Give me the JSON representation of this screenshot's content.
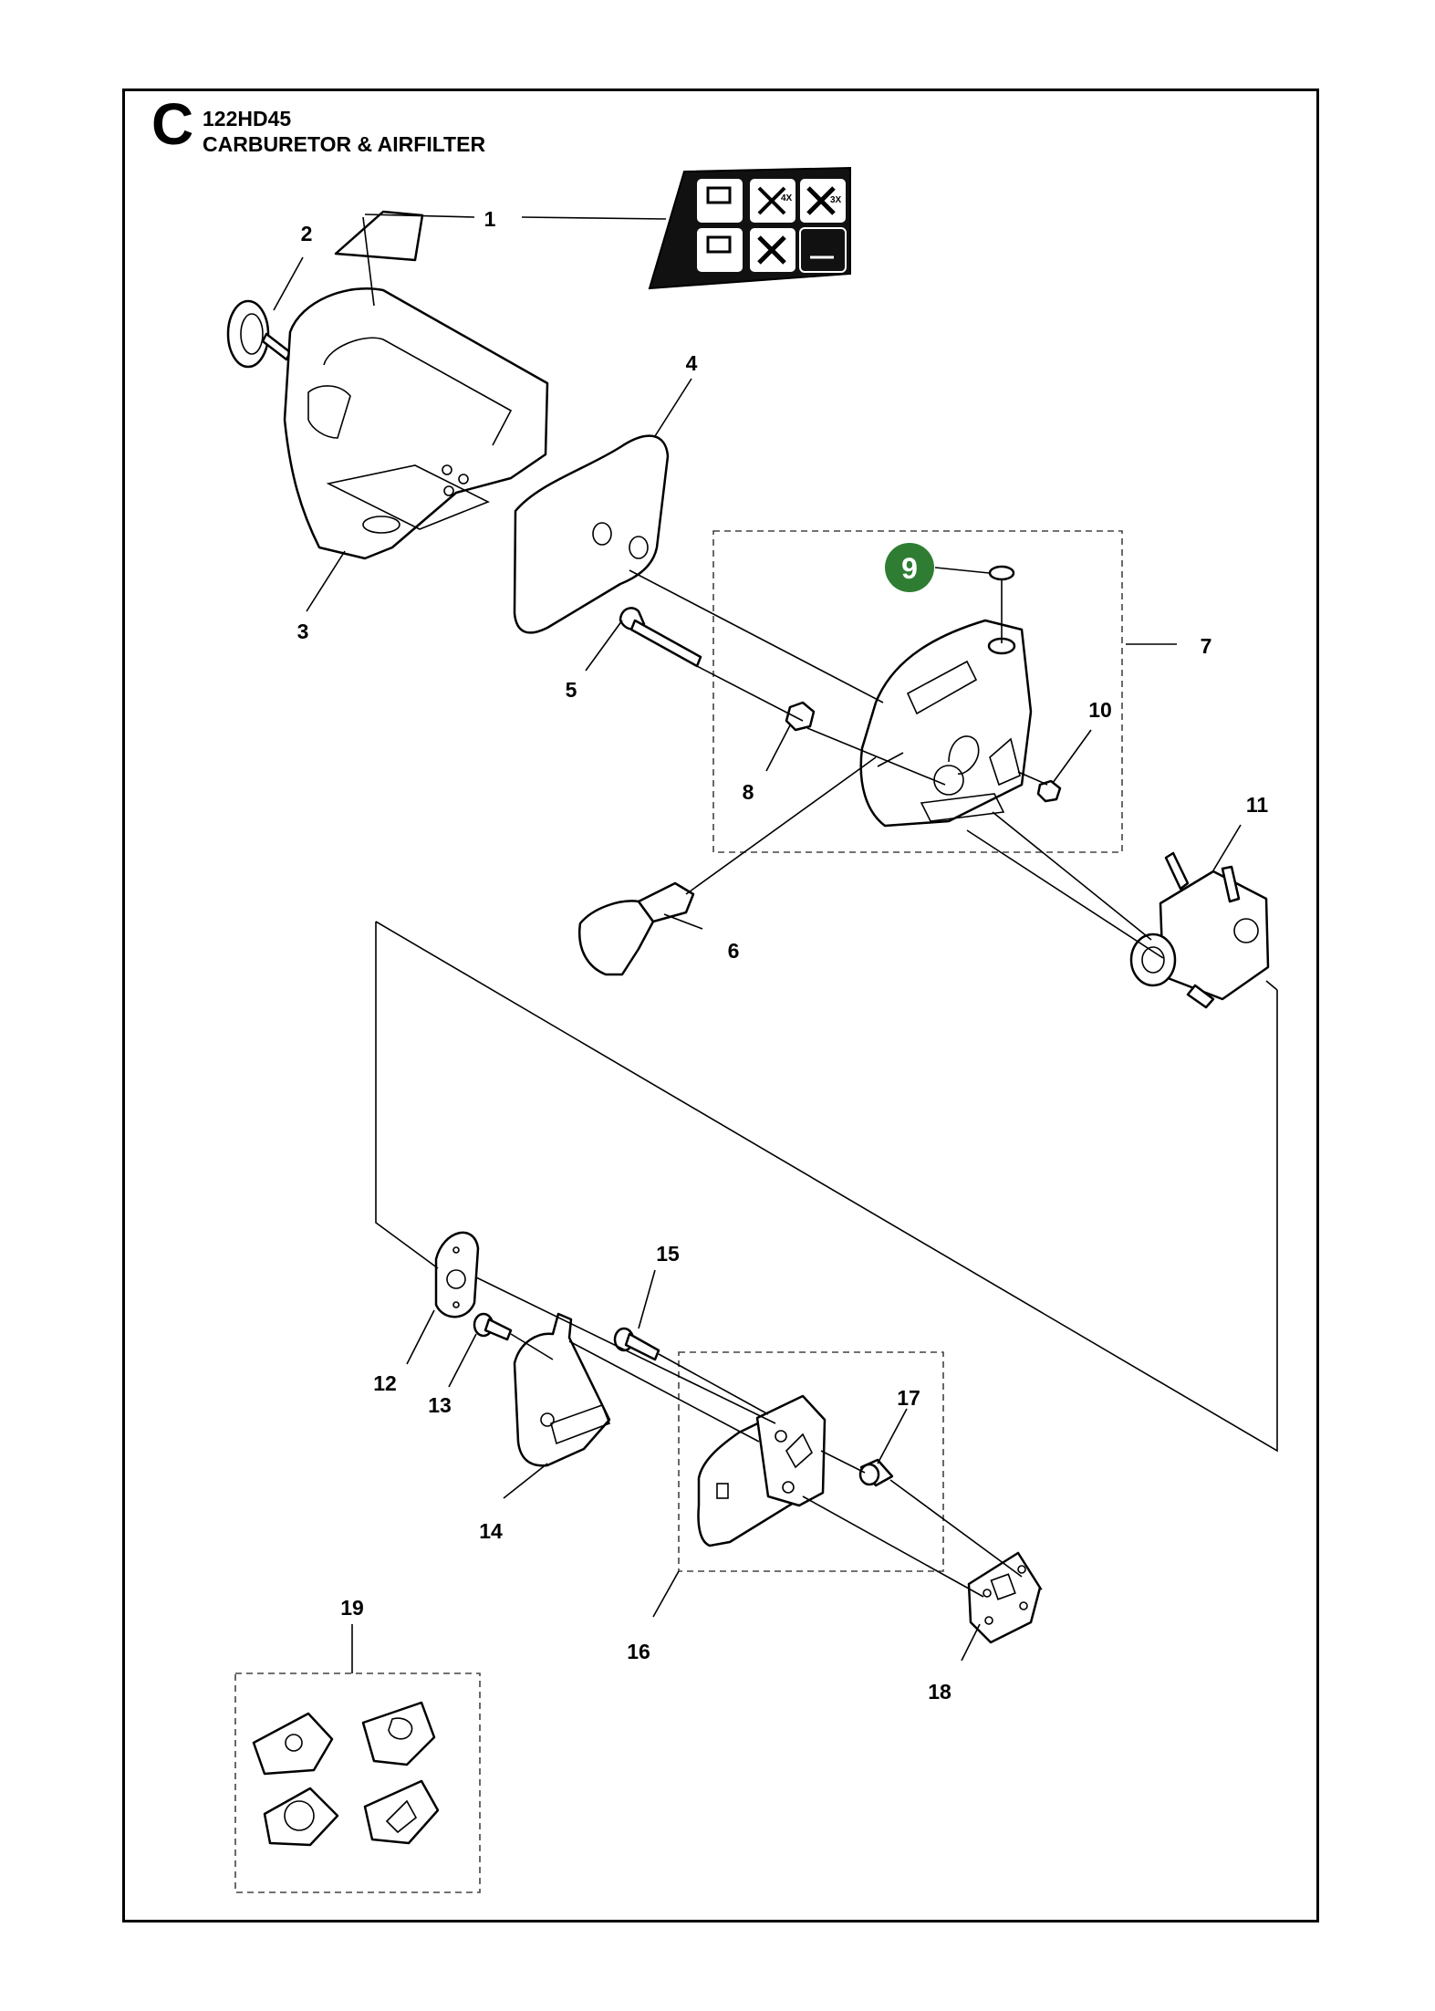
{
  "section": {
    "letter": "C",
    "model": "122HD45",
    "title": "CARBURETOR & AIRFILTER"
  },
  "colors": {
    "highlight": "#2E7D32",
    "line": "#000000"
  },
  "callouts": [
    {
      "id": "c1",
      "label": "1"
    },
    {
      "id": "c2",
      "label": "2"
    },
    {
      "id": "c3",
      "label": "3"
    },
    {
      "id": "c4",
      "label": "4"
    },
    {
      "id": "c5",
      "label": "5"
    },
    {
      "id": "c6",
      "label": "6"
    },
    {
      "id": "c7",
      "label": "7"
    },
    {
      "id": "c8",
      "label": "8"
    },
    {
      "id": "c9",
      "label": "9",
      "highlighted": true
    },
    {
      "id": "c10",
      "label": "10"
    },
    {
      "id": "c11",
      "label": "11"
    },
    {
      "id": "c12",
      "label": "12"
    },
    {
      "id": "c13",
      "label": "13"
    },
    {
      "id": "c14",
      "label": "14"
    },
    {
      "id": "c15",
      "label": "15"
    },
    {
      "id": "c16",
      "label": "16"
    },
    {
      "id": "c17",
      "label": "17"
    },
    {
      "id": "c18",
      "label": "18"
    },
    {
      "id": "c19",
      "label": "19"
    }
  ],
  "decal": {
    "icons": [
      "choke-icon",
      "primer-4x-icon",
      "pull-3x-icon",
      "choke-off-icon",
      "pull-icon",
      "stop-icon"
    ],
    "labels": {
      "primer": "4X",
      "pull": "3X"
    }
  }
}
